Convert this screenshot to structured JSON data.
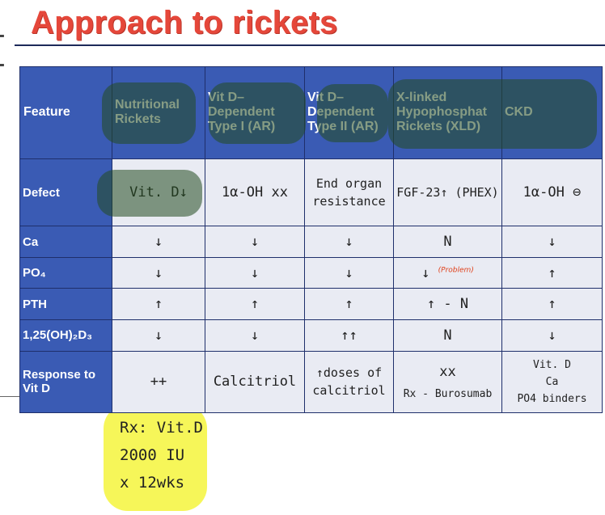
{
  "title": "Approach to rickets",
  "table": {
    "headers": [
      "Feature",
      "Nutritional Rickets",
      "Vit D– Dependent Type I (AR)",
      "Vit D– Dependent Type II (AR)",
      "X-linked Hypophosphat Rickets (XLD)",
      "CKD"
    ],
    "rows": [
      {
        "label": "Defect",
        "cells": [
          "Vit. D↓",
          "1α-OH xx",
          "End organ resistance",
          "FGF-23↑ (PHEX)",
          "1α-OH ⊖"
        ]
      },
      {
        "label": "Ca",
        "cells": [
          "↓",
          "↓",
          "↓",
          "N",
          "↓"
        ]
      },
      {
        "label": "PO₄",
        "cells": [
          "↓",
          "↓",
          "↓",
          "↓",
          "↑"
        ],
        "annotation": "(Problem)"
      },
      {
        "label": "PTH",
        "cells": [
          "↑",
          "↑",
          "↑",
          "↑ - N",
          "↑"
        ]
      },
      {
        "label": "1,25(OH)₂D₃",
        "cells": [
          "↓",
          "↓",
          "↑↑",
          "N",
          "↓"
        ]
      },
      {
        "label": "Response to Vit D",
        "cells": [
          "++",
          "Calcitriol",
          "↑doses of calcitriol",
          "xx",
          "Vit. D"
        ],
        "extra": [
          "Rx - Burosumab",
          "Ca",
          "PO4 binders"
        ]
      }
    ]
  },
  "rx_note": [
    "Rx: Vit.D",
    "2000 IU",
    "x 12wks"
  ],
  "colors": {
    "header_blue": "#3a5bb4",
    "cell_bg": "#e9ebf3",
    "title_red": "#e5473a",
    "highlight_yellow": "#f4f32a"
  }
}
